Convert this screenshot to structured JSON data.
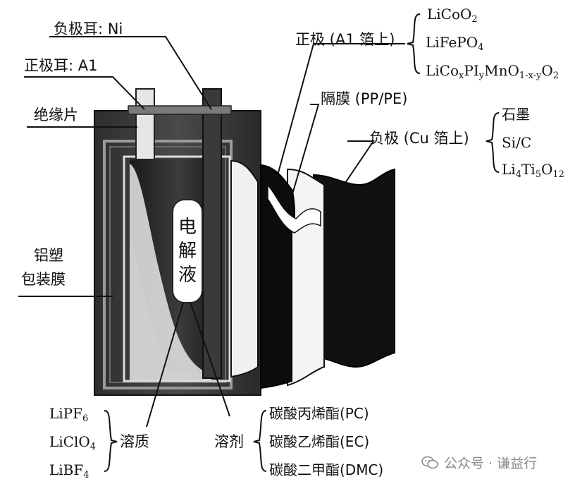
{
  "labels": {
    "negative_tab": "负极耳: Ni",
    "positive_tab": "正极耳: A1",
    "insulator": "绝缘片",
    "pouch_line1": "铝塑",
    "pouch_line2": "包装膜",
    "cathode": "正极 (A1 箔上)",
    "separator": "隔膜 (PP/PE)",
    "anode": "负极 (Cu 箔上)",
    "electrolyte_chars": [
      "电",
      "解",
      "液"
    ],
    "solute": "溶质",
    "solvent": "溶剂"
  },
  "cathode_materials": {
    "m1": "LiCoO2",
    "m2": "LiFePO4",
    "m3": "LiCoxPIyMnO1-x-yO2"
  },
  "anode_materials": {
    "m1": "石墨",
    "m2": "Si/C",
    "m3": "Li4Ti5O12"
  },
  "solute_materials": {
    "m1": "LiPF6",
    "m2": "LiClO4",
    "m3": "LiBF4"
  },
  "solvent_materials": {
    "m1": "碳酸丙烯酯(PC)",
    "m2": "碳酸乙烯酯(EC)",
    "m3": "碳酸二甲酯(DMC)"
  },
  "watermark": "公众号 · 谦益行",
  "colors": {
    "casing": "#3a3a3a",
    "electrode": "#111111",
    "separator": "#f4f4f4"
  }
}
